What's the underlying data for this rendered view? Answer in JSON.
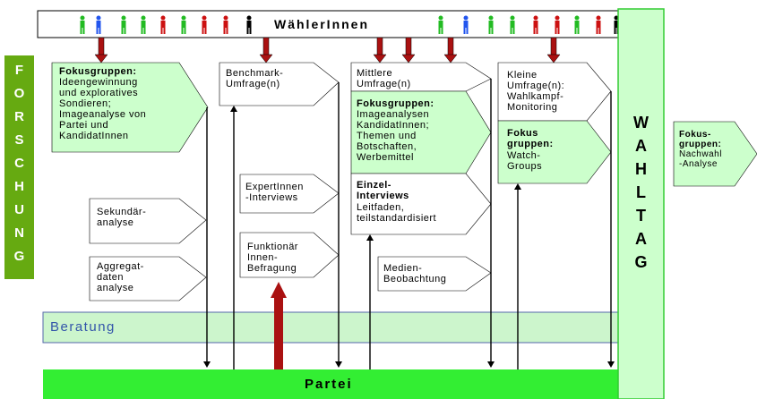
{
  "header": {
    "voters_label": "WählerInnen"
  },
  "side": {
    "research_letters": [
      "F",
      "O",
      "R",
      "S",
      "C",
      "H",
      "U",
      "N",
      "G"
    ],
    "election_day_letters": [
      "W",
      "A",
      "H",
      "L",
      "T",
      "A",
      "G"
    ]
  },
  "bands": {
    "consulting_label": "Beratung",
    "party_label": "Partei"
  },
  "boxes": {
    "fokus1_title": "Fokusgruppen:",
    "fokus1_body": "Ideengewinnung\nund exploratives\nSondieren;\nImageanalyse von\nPartei und\nKandidatInnen",
    "sekundaer": "Sekundär-\nanalyse",
    "aggregat": "Aggregat-\ndaten\nanalyse",
    "benchmark": "Benchmark-\nUmfrage(n)",
    "experten": "ExpertInnen\n-Interviews",
    "funktionaer": "Funktionär\nInnen-\nBefragung",
    "mittlere": "Mittlere\nUmfrage(n)",
    "fokus2_title": "Fokusgruppen:",
    "fokus2_body": "Imageanalysen\nKandidatInnen;\nThemen und\nBotschaften,\nWerbemittel",
    "einzel_title": "Einzel-\nInterviews",
    "einzel_body": "Leitfaden,\nteilstandardisiert",
    "medien": "Medien-\nBeobachtung",
    "kleine": "Kleine\nUmfrage(n):\nWahlkampf-\nMonitoring",
    "fokus3_title": "Fokus\ngruppen:",
    "fokus3_body": "Watch-\nGroups",
    "fokus4_title": "Fokus-\ngruppen:",
    "fokus4_body": "Nachwahl\n-Analyse"
  },
  "colors": {
    "light_green": "#ccffcc",
    "band_green": "#ccf5cc",
    "bright_green": "#33ee33",
    "research_green": "#66aa11",
    "dark_red": "#aa1111",
    "person_green": "#22bb22",
    "person_red": "#cc1111",
    "person_blue": "#2255ee",
    "person_black": "#000000",
    "consulting_text": "#3355aa"
  },
  "icons": {
    "person": "person-icon",
    "arrow": "arrow-icon"
  }
}
